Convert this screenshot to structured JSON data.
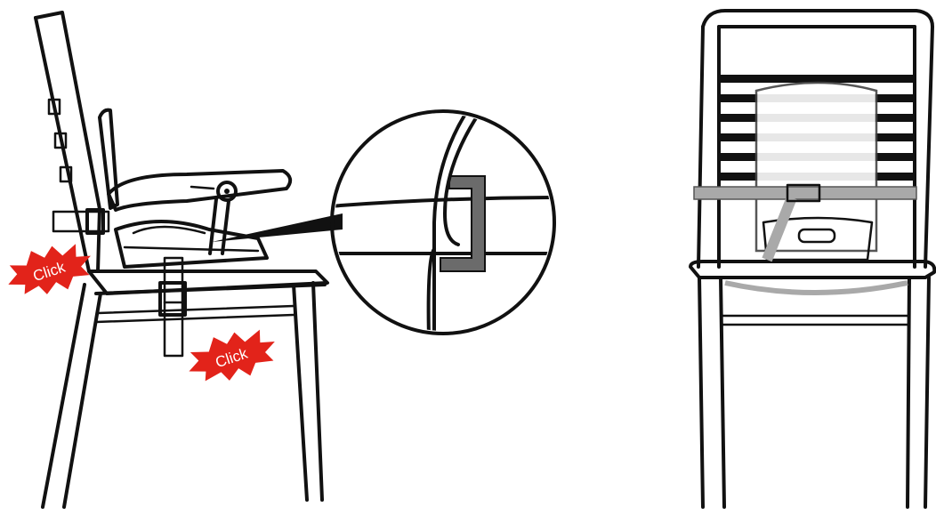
{
  "callouts": [
    {
      "id": "click-1",
      "text": "Click"
    },
    {
      "id": "click-2",
      "text": "Click"
    }
  ],
  "colors": {
    "ink": "#111111",
    "burst": "#e2231a",
    "strap": "#a9a9a9",
    "clip": "#6b6b6b",
    "background": "#ffffff"
  }
}
